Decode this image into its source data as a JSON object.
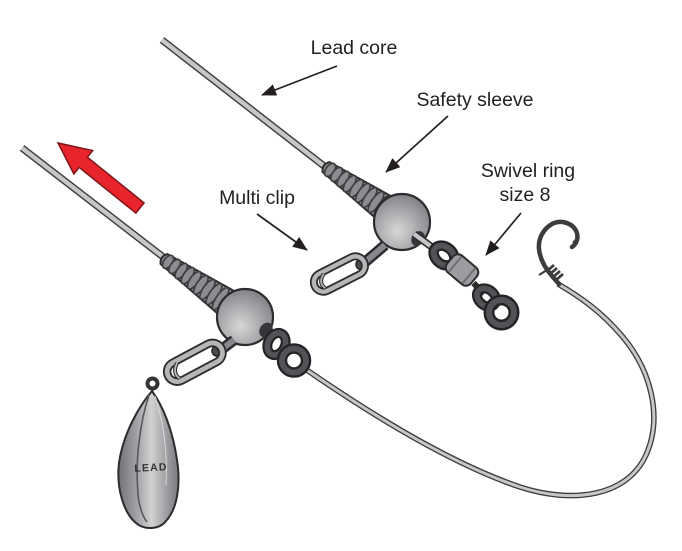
{
  "diagram": {
    "labels": {
      "lead_core": "Lead core",
      "safety_sleeve": "Safety sleeve",
      "multi_clip": "Multi clip",
      "swivel_ring_1": "Swivel ring",
      "swivel_ring_2": "size 8",
      "weight_text": "LEAD"
    },
    "colors": {
      "background": "#ffffff",
      "text": "#231f20",
      "pointer_arrow": "#231f20",
      "arrow_red": "#e8252c",
      "arrow_red_outline": "#7f151b",
      "line_light": "#c5c7c9",
      "line_dark": "#3a3b3d",
      "metal_mid": "#8f9194",
      "metal_light": "#b4b6b8",
      "ring_gray": "#515356",
      "ring_edge": "#232426",
      "hook": "#3b3c3e"
    }
  }
}
